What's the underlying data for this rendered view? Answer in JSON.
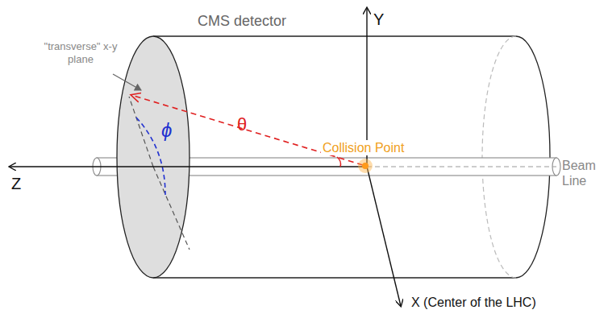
{
  "diagram": {
    "labels": [
      "CMS detector",
      "Y",
      "\"transverse\" x-y plane",
      "ϕ",
      "θ",
      "Collision Point",
      "Beam Line",
      "Z",
      "X (Center of the LHC)"
    ]
  }
}
